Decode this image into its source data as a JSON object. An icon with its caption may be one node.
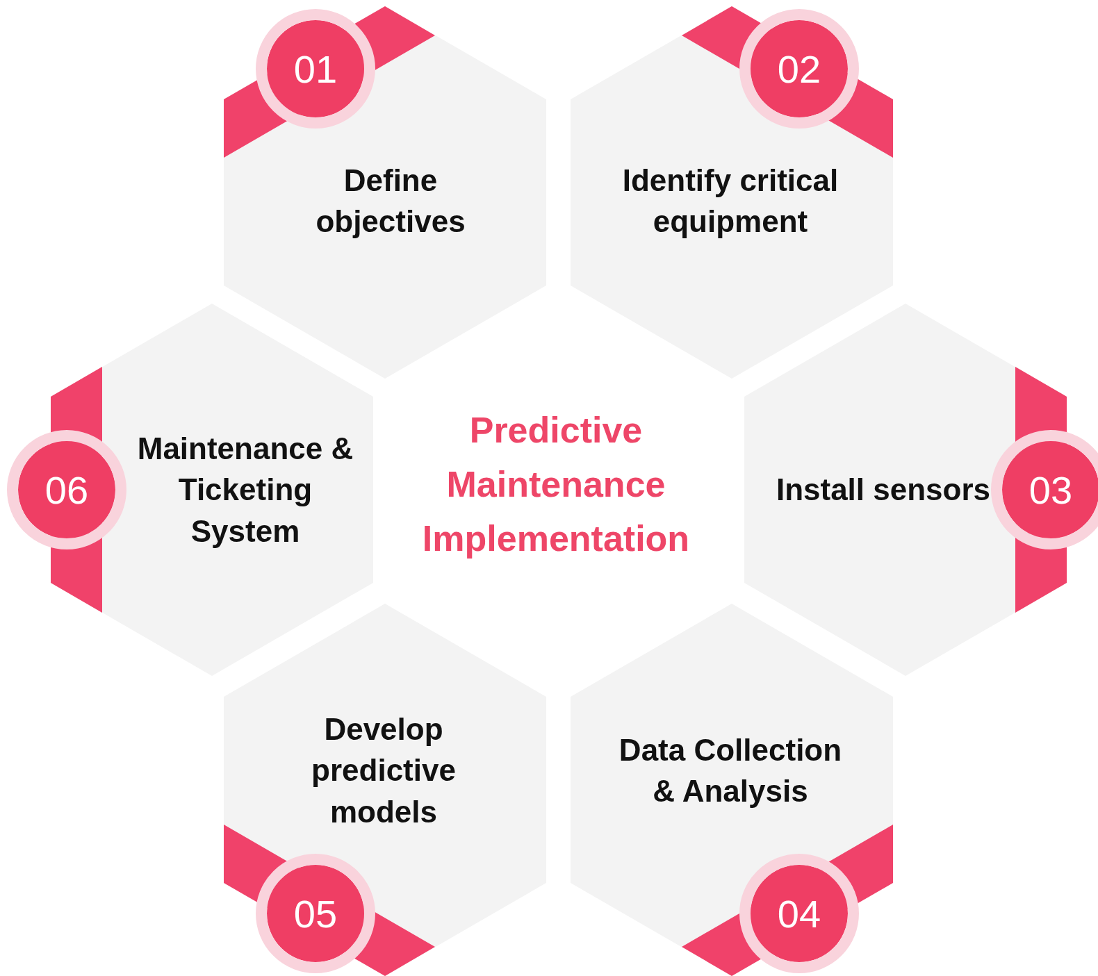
{
  "diagram": {
    "title": "Predictive Maintenance Implementation",
    "nodes": [
      {
        "text": [
          "01",
          "Define objectives"
        ]
      },
      {
        "text": [
          "02",
          "Identify critical equipment"
        ]
      },
      {
        "text": [
          "Install sensors",
          "03"
        ]
      },
      {
        "text": [
          "Data Collection & Analysis",
          "04"
        ]
      },
      {
        "text": [
          "Develop predictive models",
          "05"
        ]
      },
      {
        "text": [
          "06",
          "Maintenance & Ticketing System"
        ]
      }
    ],
    "edges": []
  }
}
